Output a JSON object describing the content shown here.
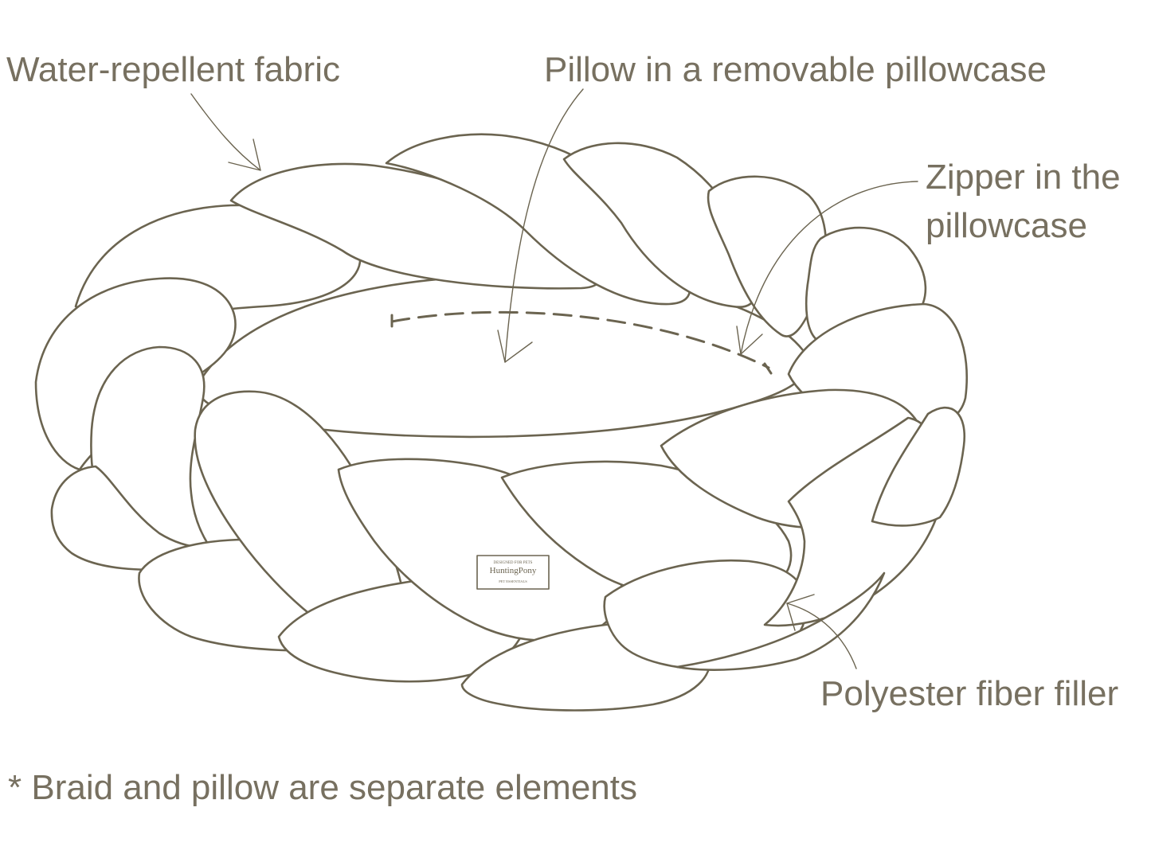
{
  "colors": {
    "ink": "#6b6450",
    "text": "#777060",
    "background": "#ffffff"
  },
  "labels": {
    "fabric": "Water-repellent fabric",
    "pillow": "Pillow in a removable pillowcase",
    "zipper_line1": "Zipper in the",
    "zipper_line2": "pillowcase",
    "filler": "Polyester fiber filler"
  },
  "footnote": "* Braid and pillow are separate elements",
  "brand_tag": {
    "top": "DESIGNED FOR PETS",
    "name": "HuntingPony",
    "bottom": "PET ESSENTIALS"
  }
}
